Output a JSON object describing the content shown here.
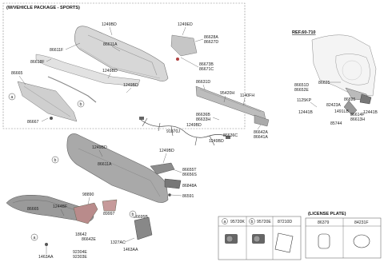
{
  "sections": {
    "sports_package": "(W/VEHICLE PACKAGE - SPORTS)",
    "license_plate": "(LICENSE PLATE)",
    "ref": "REF.60-710"
  },
  "callouts": {
    "a": "a",
    "b": "b"
  },
  "parts_top": {
    "p1": "1249BD",
    "p2": "1249ED",
    "p3": "86611A",
    "p4": "86611F",
    "p5": "86628A",
    "p6": "86627D",
    "p7": "86618F",
    "p8": "86673B",
    "p9": "86671C",
    "p10": "86665",
    "p11": "1249BD",
    "p12": "1249BD",
    "p13": "86667"
  },
  "parts_mid": {
    "p1": "86631D",
    "p2": "95420H",
    "p3": "1140FH",
    "p4": "86636B",
    "p5": "86633H",
    "p6": "1249BD",
    "p7": "91870J",
    "p8": "86636C",
    "p9": "1249BD",
    "p10": "86642A",
    "p11": "86641A"
  },
  "parts_right": {
    "p1": "86651D",
    "p2": "86652E",
    "p3": "86625",
    "p4": "1125KP",
    "p5": "12441B",
    "p6": "82423A",
    "p7": "86825",
    "p8": "1491LB",
    "p9": "86614F",
    "p10": "86613H",
    "p11": "85744",
    "p12": "12441B"
  },
  "parts_bottom": {
    "p1": "1249BD",
    "p2": "86611A",
    "p3": "1249BD",
    "p4": "86655T",
    "p5": "86656S",
    "p6": "86848A",
    "p7": "86591",
    "p8": "98890",
    "p9": "86665",
    "p10": "1244BF",
    "p11": "89997",
    "p12": "86695B",
    "p13": "18642",
    "p14": "86642E",
    "p15": "1327AC",
    "p16": "1463AA",
    "p17": "1463AA",
    "p18": "92304E",
    "p19": "92303E"
  },
  "legend": {
    "items": [
      {
        "callout": "a",
        "code": "95720K"
      },
      {
        "callout": "b",
        "code": "95720E"
      },
      {
        "callout": "",
        "code": "87210D"
      }
    ],
    "plate_items": [
      "86379",
      "84231F"
    ]
  }
}
